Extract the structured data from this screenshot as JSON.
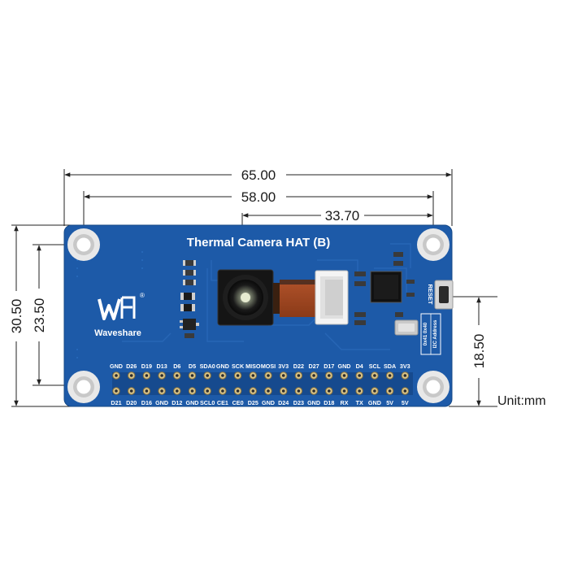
{
  "board": {
    "title": "Thermal Camera HAT (B)",
    "brand": "Waveshare",
    "logo_text": "W",
    "logo_registered": "®",
    "reset_label": "RESET",
    "i2c_text_line1": "0x41  0x40",
    "i2c_text_line2": "I2C Address"
  },
  "dimensions": {
    "overall_width": "65.00",
    "hole_spacing_x": "58.00",
    "camera_offset": "33.70",
    "overall_height": "30.50",
    "hole_spacing_y": "23.50",
    "reset_height": "18.50",
    "unit": "Unit:mm"
  },
  "pins": {
    "top": [
      "GND",
      "D26",
      "D19",
      "D13",
      "D6",
      "D5",
      "SDA0",
      "GND",
      "SCK",
      "MISO",
      "MOSI",
      "3V3",
      "D22",
      "D27",
      "D17",
      "GND",
      "D4",
      "SCL",
      "SDA",
      "3V3"
    ],
    "bottom": [
      "D21",
      "D20",
      "D16",
      "GND",
      "D12",
      "GND",
      "SCL0",
      "CE1",
      "CE0",
      "D25",
      "GND",
      "D24",
      "D23",
      "GND",
      "D18",
      "RX",
      "TX",
      "GND",
      "5V",
      "5V"
    ]
  },
  "colors": {
    "pcb": "#1d5aa8",
    "pcb_dark": "#164a8e",
    "silkscreen": "#ffffff",
    "dimension_line": "#222222"
  }
}
